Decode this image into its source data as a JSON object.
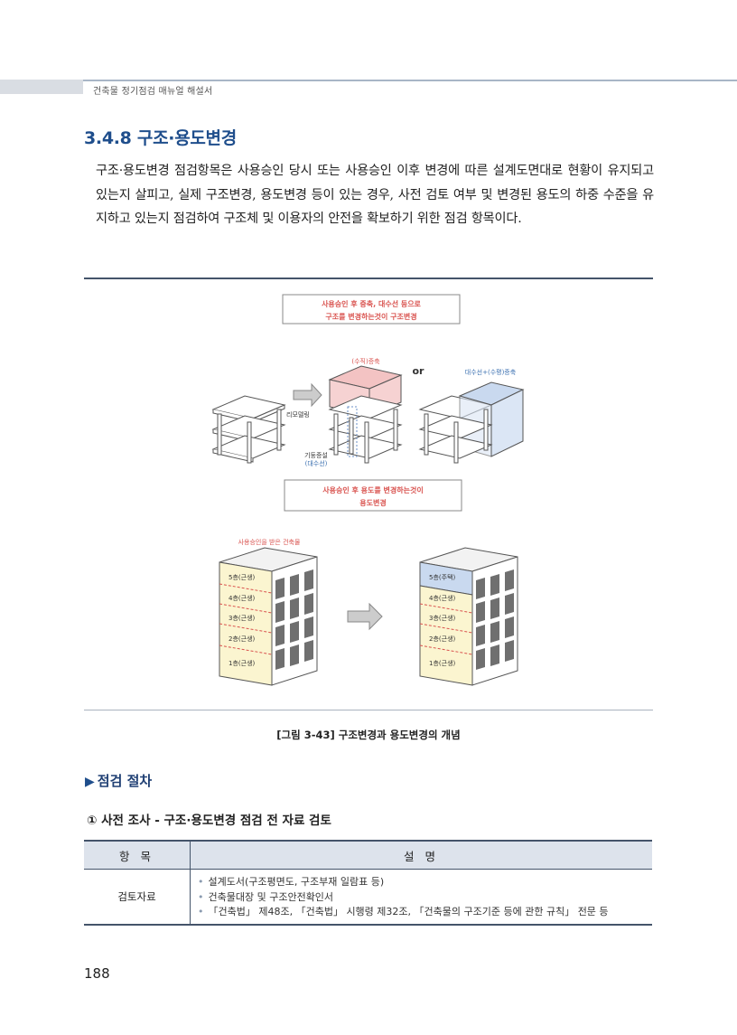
{
  "header": {
    "running_title": "건축물 정기점검 매뉴얼 해설서"
  },
  "section": {
    "title": "3.4.8 구조·용도변경",
    "intro": "구조·용도변경 점검항목은 사용승인 당시 또는 사용승인 이후 변경에 따른 설계도면대로 현황이 유지되고 있는지 살피고, 실제 구조변경, 용도변경 등이 있는 경우, 사전 검토 여부 및 변경된 용도의 하중 수준을 유지하고 있는지 점검하여 구조체 및 이용자의 안전을 확보하기 위한 점검 항목이다."
  },
  "figure": {
    "box1_line1": "사용승인 후 증축, 대수선 등으로",
    "box1_line2": "구조를 변경하는것이 구조변경",
    "vertical_label": "(수직)증축",
    "or_label": "or",
    "horizontal_label": "대수선+(수평)증축",
    "remodel_label": "리모델링",
    "column_label_1": "기둥증설",
    "column_label_2": "(대수선)",
    "box2_line1": "사용승인 후 용도를 변경하는것이",
    "box2_line2": "용도변경",
    "approved_label": "사용승인을 받은 건축물",
    "before_floors": [
      "5층(근생)",
      "4층(근생)",
      "3층(근생)",
      "2층(근생)",
      "1층(근생)"
    ],
    "after_floors": [
      "5층(주택)",
      "4층(근생)",
      "3층(근생)",
      "2층(근생)",
      "1층(근생)"
    ],
    "colors": {
      "red": "#d9534f",
      "pink": "#f3c3c3",
      "blue": "#c9d9ef",
      "yellow": "#fbf5d0",
      "window": "#6f6f6f"
    }
  },
  "caption": "[그림 3-43] 구조변경과 용도변경의 개념",
  "procedure": {
    "heading_icon": "▶",
    "heading": "점검 절차",
    "step1": "① 사전 조사 - 구조·용도변경 점검 전 자료 검토"
  },
  "table": {
    "headers": [
      "항 목",
      "설 명"
    ],
    "rows": [
      {
        "item": "검토자료",
        "desc": [
          "설계도서(구조평면도, 구조부재 일람표 등)",
          "건축물대장 및 구조안전확인서",
          "「건축법」 제48조, 「건축법」 시행령 제32조, 「건축물의 구조기준 등에 관한 규칙」 전문 등"
        ]
      }
    ]
  },
  "page_number": "188"
}
